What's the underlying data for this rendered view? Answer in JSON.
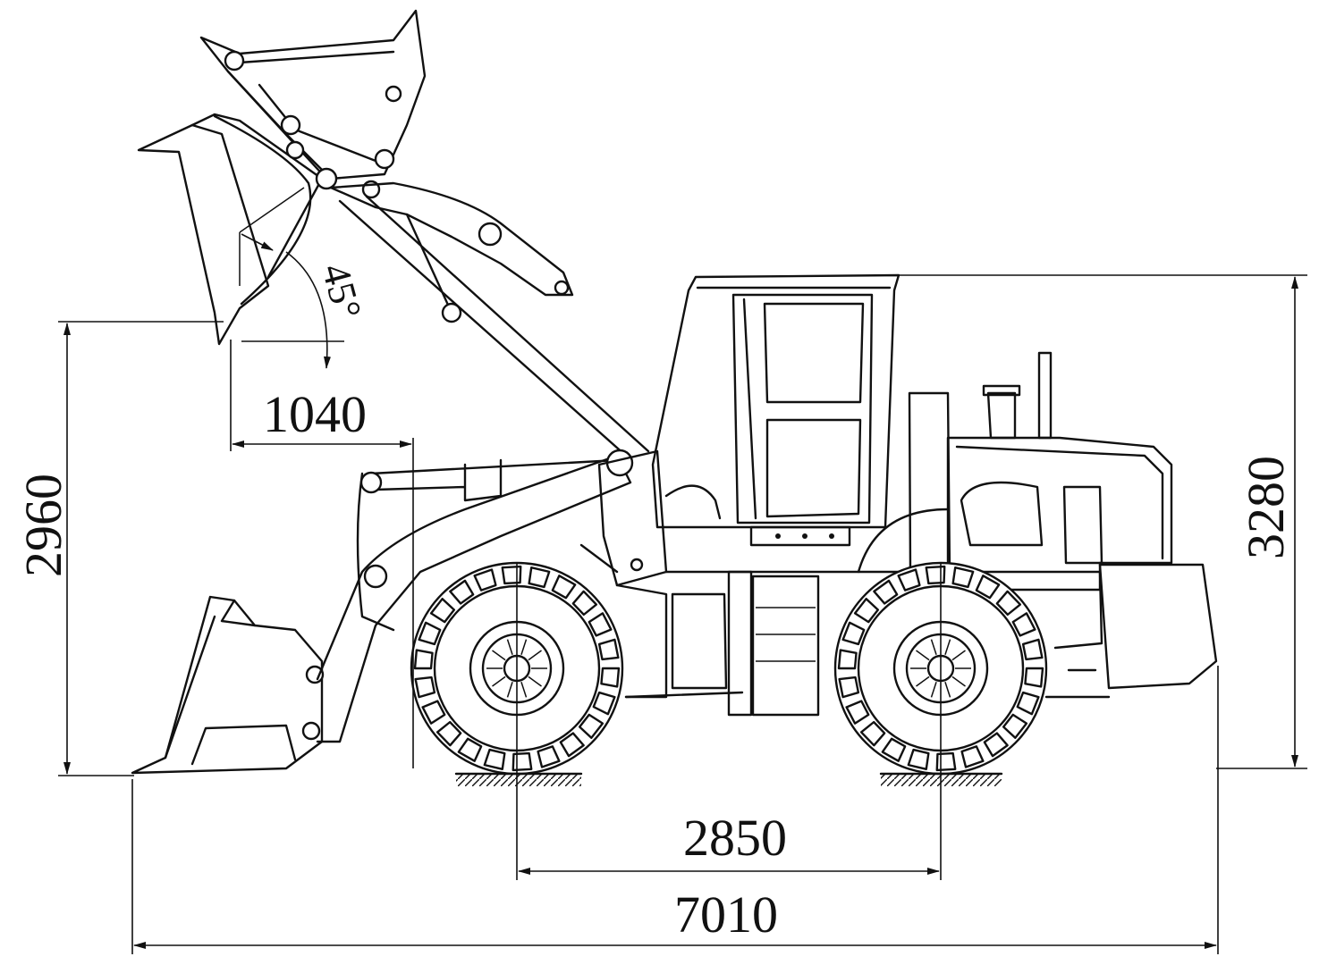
{
  "drawing": {
    "dimensions": {
      "dump_reach": "1040",
      "dump_angle": "45°",
      "dump_height": "2960",
      "overall_height": "3280",
      "wheelbase": "2850",
      "overall_length": "7010"
    },
    "units": "mm",
    "line_color": "#111111",
    "background_color": "#ffffff"
  }
}
